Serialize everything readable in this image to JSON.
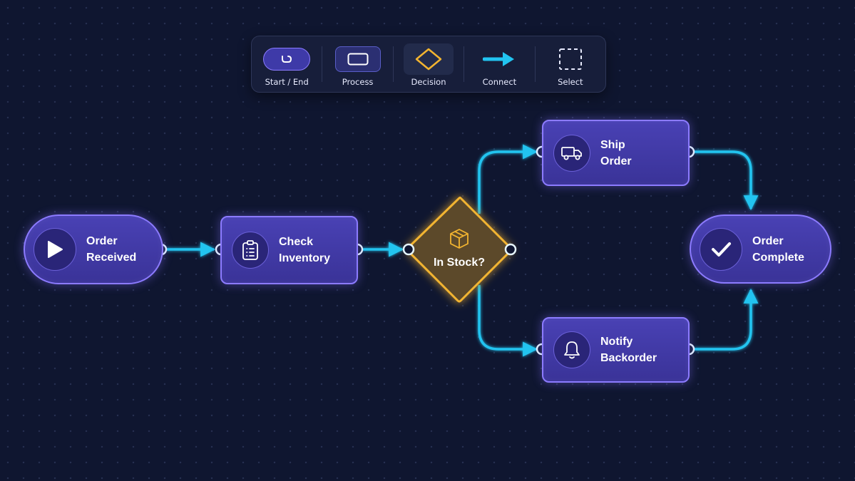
{
  "toolbar": {
    "tools": [
      {
        "id": "start-end",
        "label": "Start / End",
        "icon": "terminal-shape-icon"
      },
      {
        "id": "process",
        "label": "Process",
        "icon": "rectangle-shape-icon"
      },
      {
        "id": "decision",
        "label": "Decision",
        "icon": "diamond-shape-icon",
        "selected": true
      },
      {
        "id": "connect",
        "label": "Connect",
        "icon": "arrow-right-icon"
      },
      {
        "id": "select",
        "label": "Select",
        "icon": "dashed-selection-icon"
      }
    ]
  },
  "nodes": {
    "order_received": {
      "label": "Order\nReceived",
      "icon": "play-icon"
    },
    "check_inventory": {
      "label": "Check\nInventory",
      "icon": "clipboard-list-icon"
    },
    "in_stock": {
      "label": "In Stock?",
      "icon": "package-icon"
    },
    "ship_order": {
      "label": "Ship\nOrder",
      "icon": "truck-icon"
    },
    "notify_backorder": {
      "label": "Notify\nBackorder",
      "icon": "bell-icon"
    },
    "order_complete": {
      "label": "Order\nComplete",
      "icon": "checkmark-icon"
    }
  },
  "colors": {
    "background": "#0f1630",
    "node_fill": "#4941b4",
    "node_border": "#8c7bff",
    "decision_fill": "#5a4a2c",
    "decision_border": "#f2b430",
    "connector": "#22c4f0"
  }
}
